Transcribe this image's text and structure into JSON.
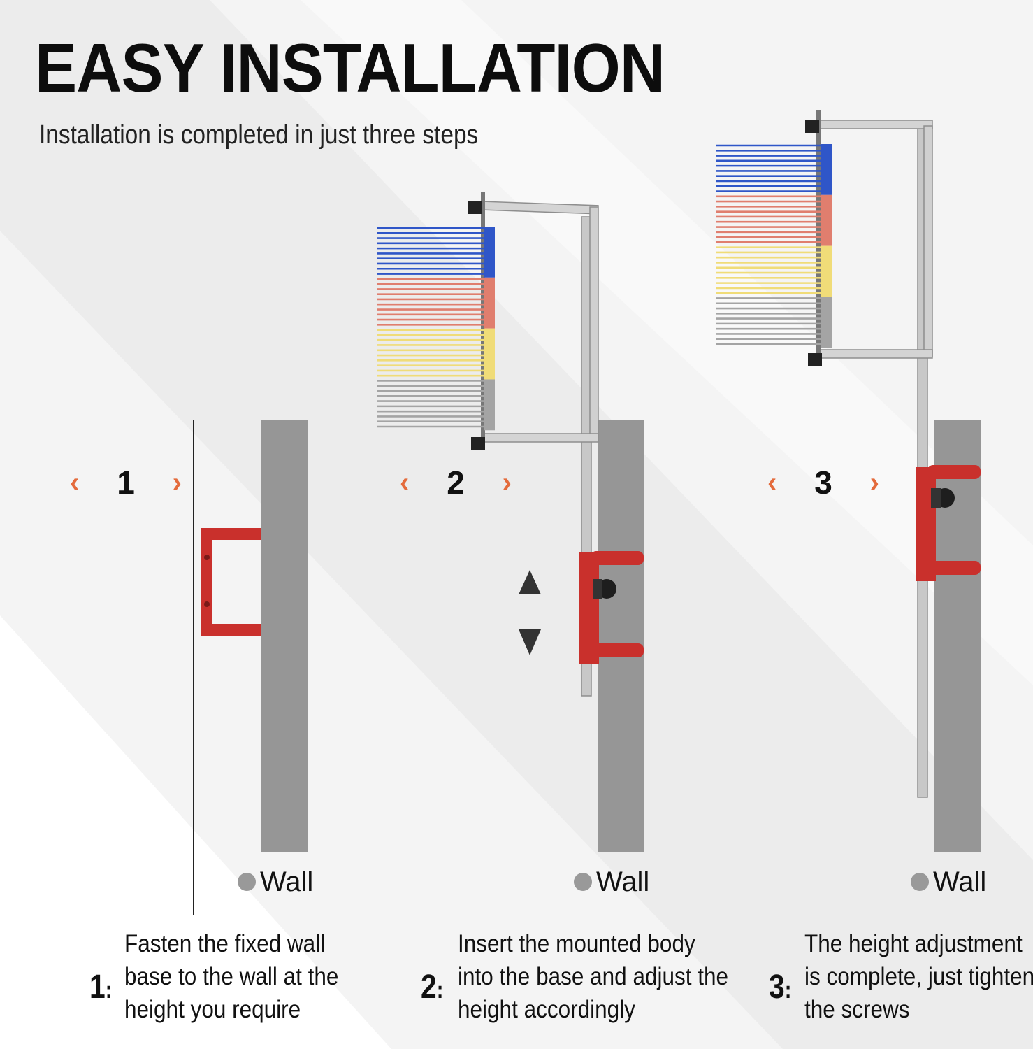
{
  "header": {
    "title": "EASY INSTALLATION",
    "subtitle": "Installation is completed in just three steps"
  },
  "steps": [
    {
      "nav_number": "1",
      "wall_label": "Wall",
      "instruction_number": "1",
      "instruction_sep": ":",
      "instruction_lines": [
        "Fasten the fixed wall",
        "base to the wall at the",
        "height you require"
      ]
    },
    {
      "nav_number": "2",
      "wall_label": "Wall",
      "instruction_number": "2",
      "instruction_sep": ":",
      "instruction_lines": [
        "Insert the mounted body",
        "into the base and adjust the",
        "height accordingly"
      ]
    },
    {
      "nav_number": "3",
      "wall_label": "Wall",
      "instruction_number": "3",
      "instruction_sep": ":",
      "instruction_lines": [
        "The height adjustment",
        "is complete, just tighten",
        "the screws"
      ]
    }
  ],
  "nav": {
    "prev_glyph": "‹",
    "next_glyph": "›"
  },
  "colors": {
    "accent_orange": "#e46b3c",
    "wall_gray": "#969696",
    "bracket_red": "#c9302c",
    "frame_silver": "#c8c8c8",
    "rod_blue": "#2f56c8",
    "rod_red": "#e07e6e",
    "rod_yellow": "#f0dc78",
    "rod_gray": "#a4a4a4"
  }
}
